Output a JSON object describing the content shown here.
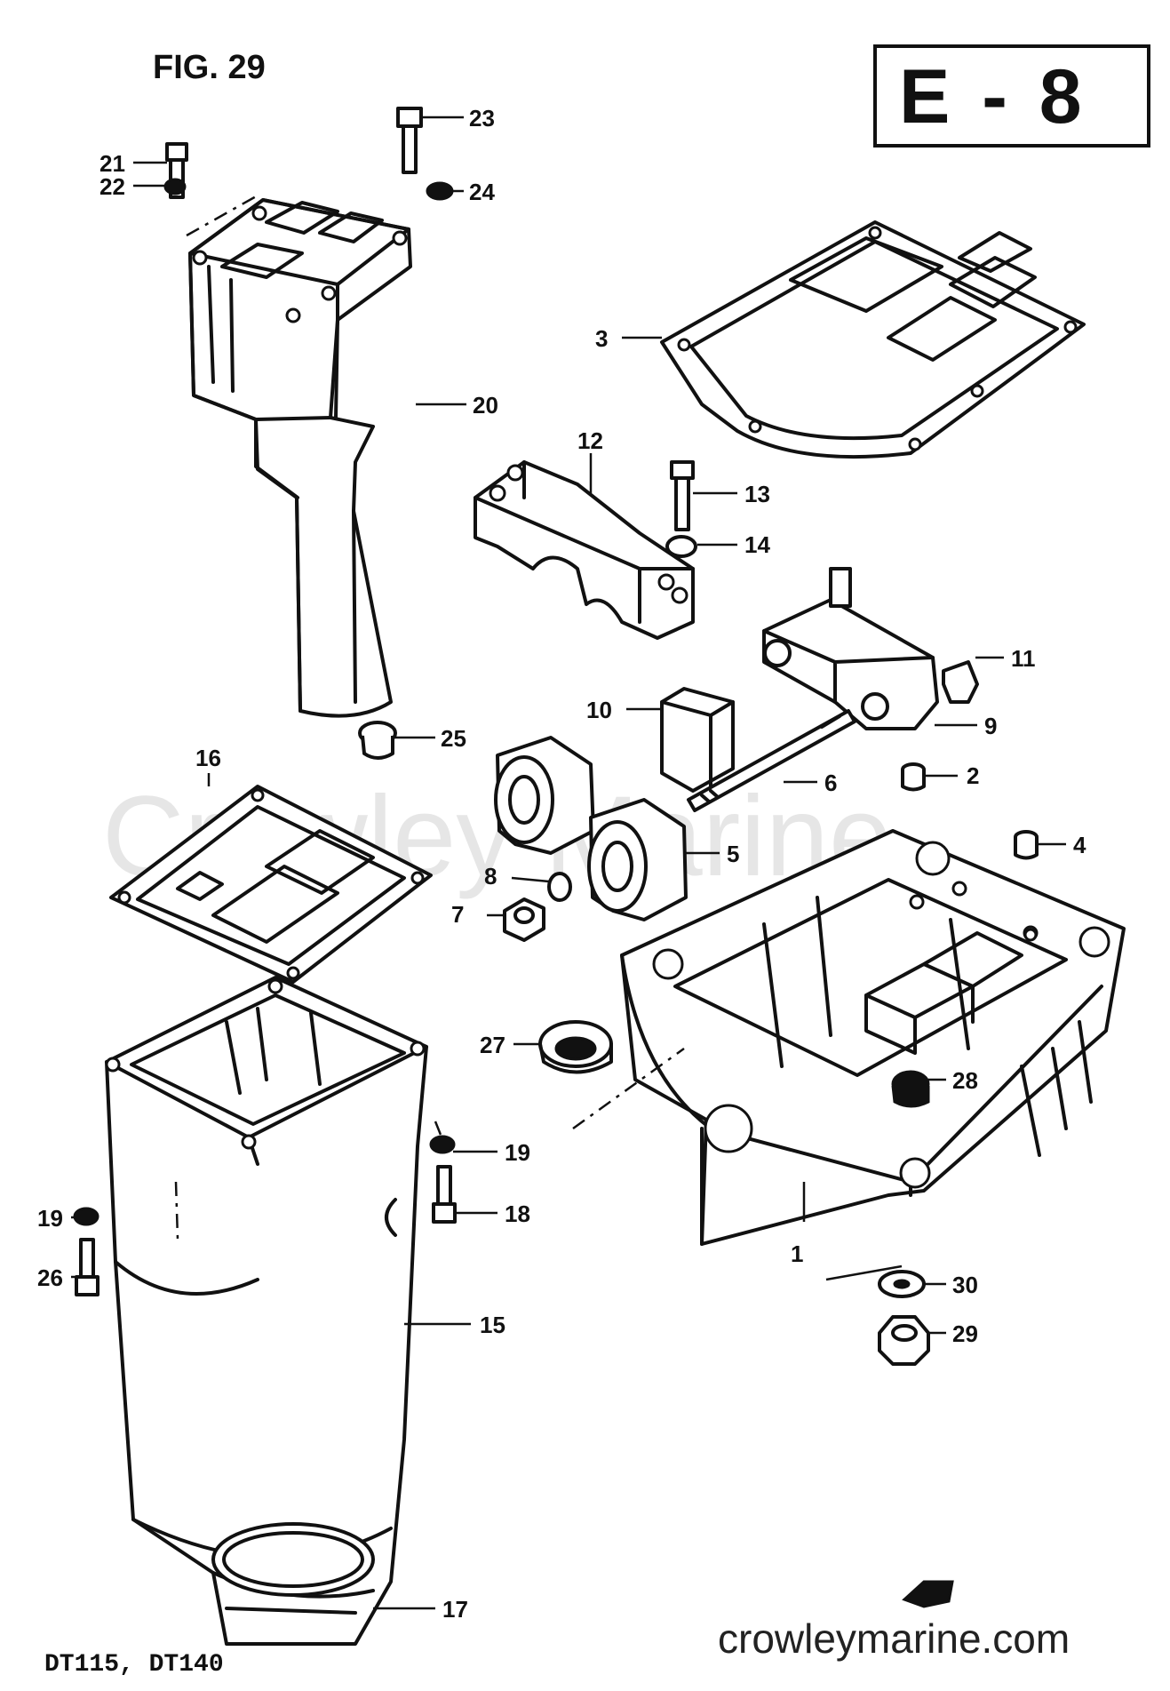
{
  "figure": {
    "title": "FIG. 29",
    "section_code": "E - 8",
    "models": "DT115,  DT140",
    "watermark": "Crowley Marine",
    "website": "crowleymarine.com"
  },
  "callouts": [
    "1",
    "2",
    "3",
    "4",
    "5",
    "6",
    "7",
    "8",
    "9",
    "10",
    "11",
    "12",
    "13",
    "14",
    "15",
    "16",
    "17",
    "18",
    "19",
    "19",
    "20",
    "21",
    "22",
    "23",
    "24",
    "25",
    "26",
    "27",
    "28",
    "29",
    "30"
  ]
}
